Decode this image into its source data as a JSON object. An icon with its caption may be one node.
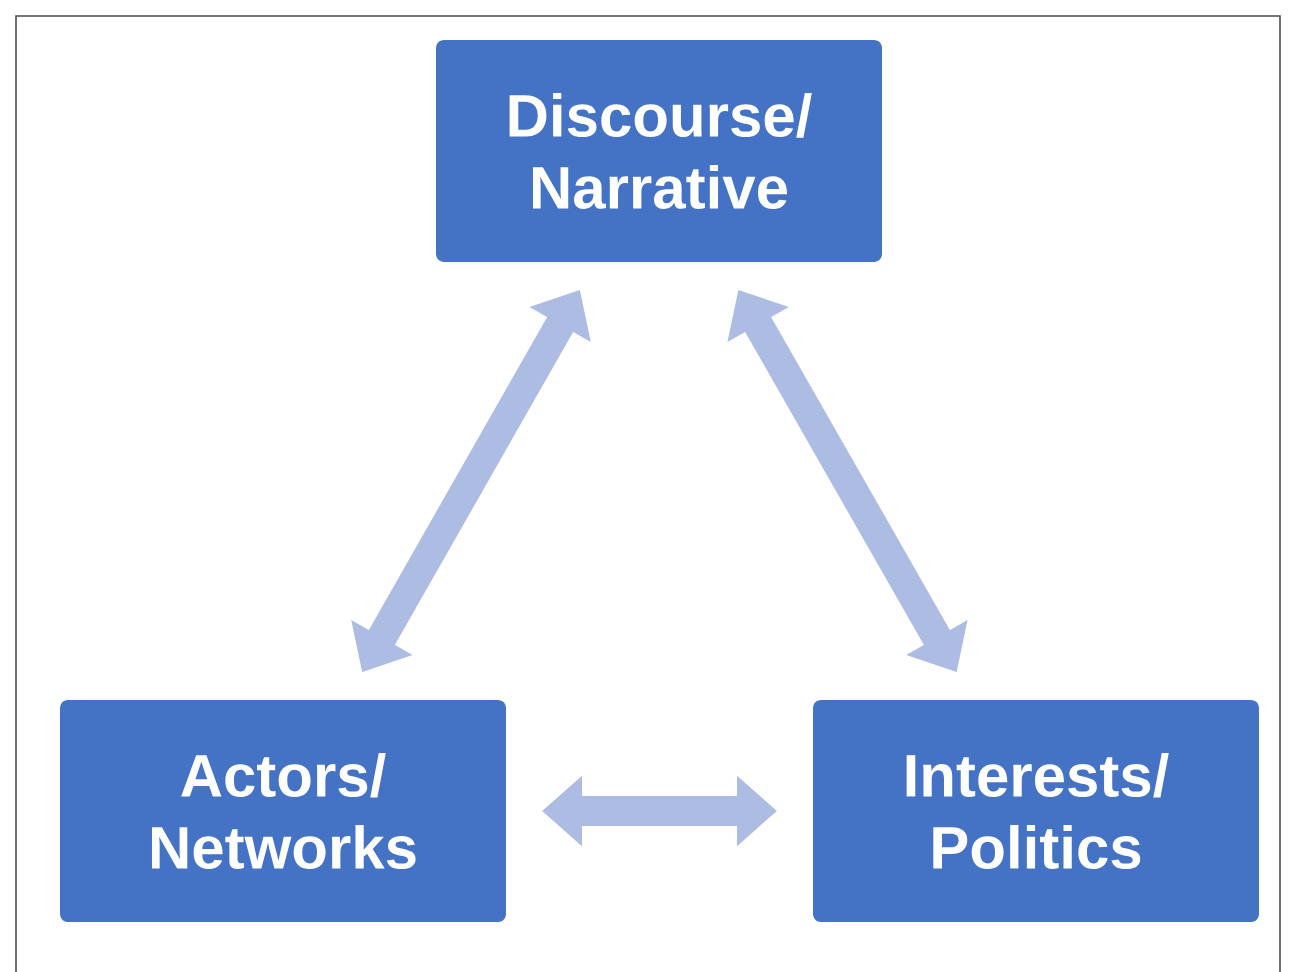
{
  "diagram": {
    "nodes": [
      {
        "text": [
          "Discourse/ Narrative"
        ]
      },
      {
        "text": [
          "Actors/ Networks"
        ]
      },
      {
        "text": [
          "Interests/ Politics"
        ]
      }
    ],
    "edges": [
      {
        "from": 0,
        "to": 1,
        "arrow": "both"
      },
      {
        "from": 0,
        "to": 2,
        "arrow": "both"
      },
      {
        "from": 1,
        "to": 2,
        "arrow": "both"
      }
    ]
  }
}
